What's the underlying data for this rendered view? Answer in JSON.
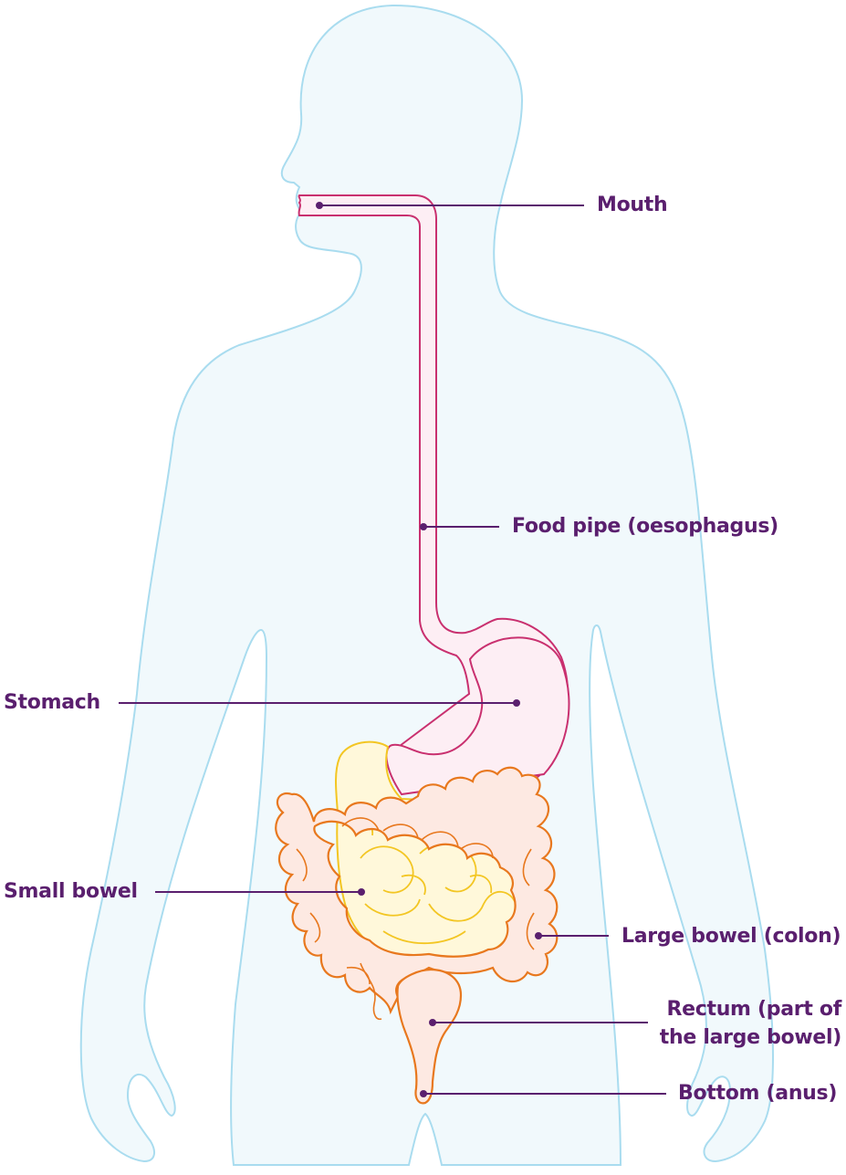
{
  "colors": {
    "body_outline": "#a9dcef",
    "body_fill": "#f1f9fc",
    "gut_outline": "#c9306f",
    "gut_fill": "#fdeef4",
    "small_bowel_outline": "#f3c623",
    "small_bowel_fill": "#fff8da",
    "large_bowel_outline": "#e8781e",
    "large_bowel_fill": "#fde9e2",
    "leader_line": "#5a1f6e",
    "label_text": "#5a1f6e"
  },
  "labels": {
    "mouth": "Mouth",
    "food_pipe": "Food pipe (oesophagus)",
    "stomach": "Stomach",
    "small_bowel": "Small bowel",
    "large_bowel": "Large bowel (colon)",
    "rectum_line1": "Rectum (part of",
    "rectum_line2": "the large bowel)",
    "bottom": "Bottom (anus)"
  }
}
